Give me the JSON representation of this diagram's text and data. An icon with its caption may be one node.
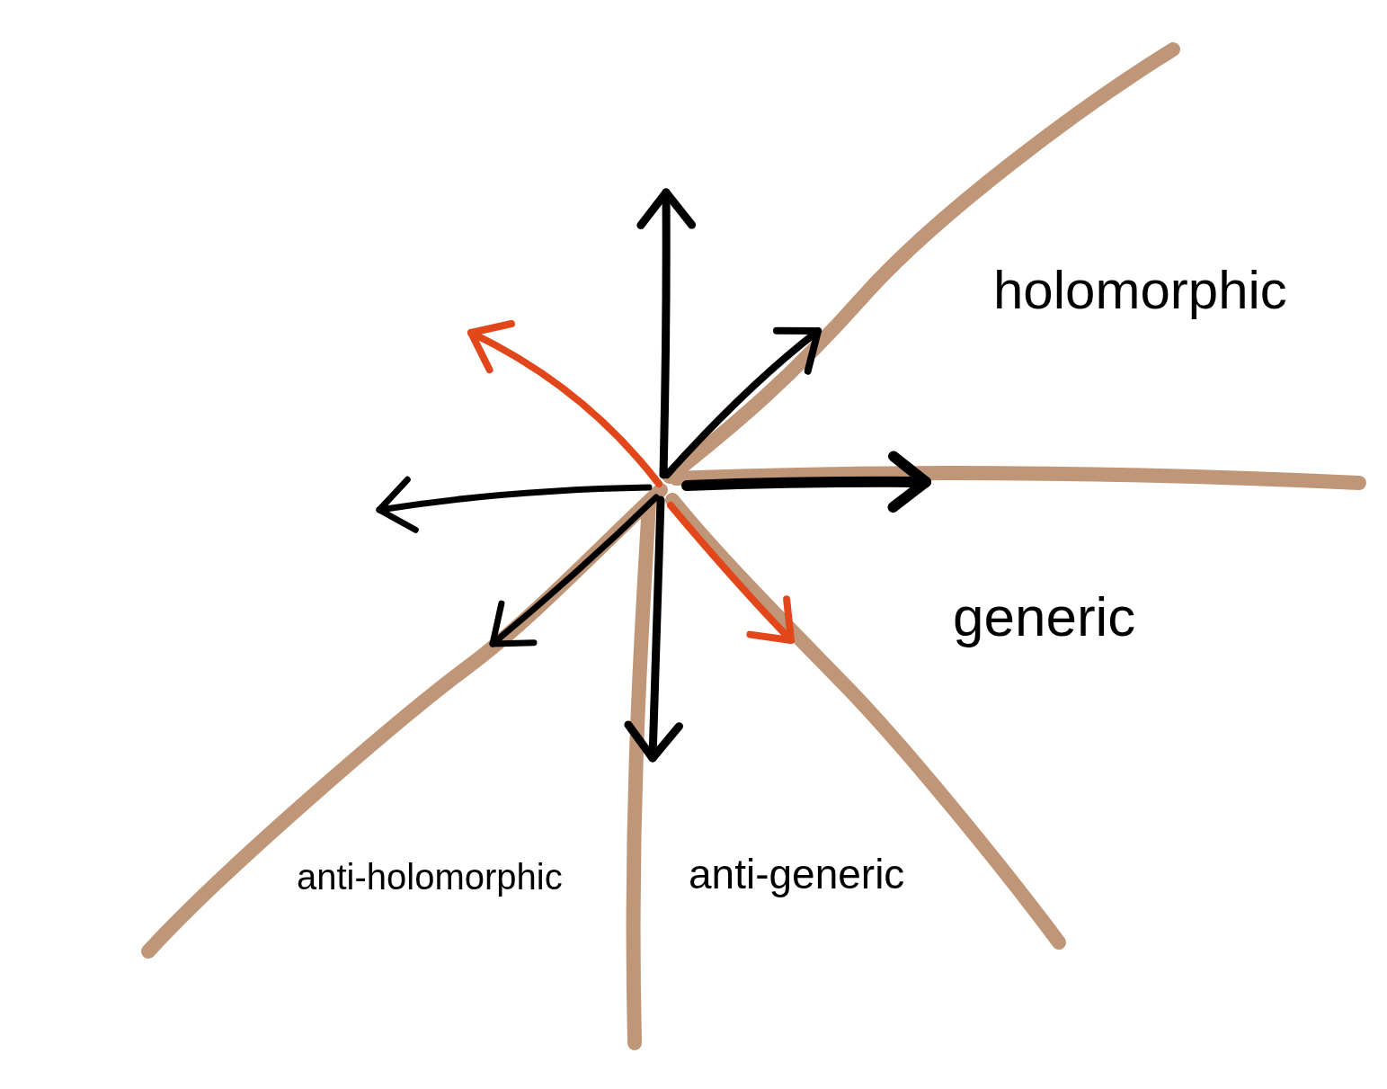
{
  "diagram": {
    "labels": [
      "holomorphic",
      "generic",
      "anti-holomorphic",
      "anti-generic"
    ]
  }
}
